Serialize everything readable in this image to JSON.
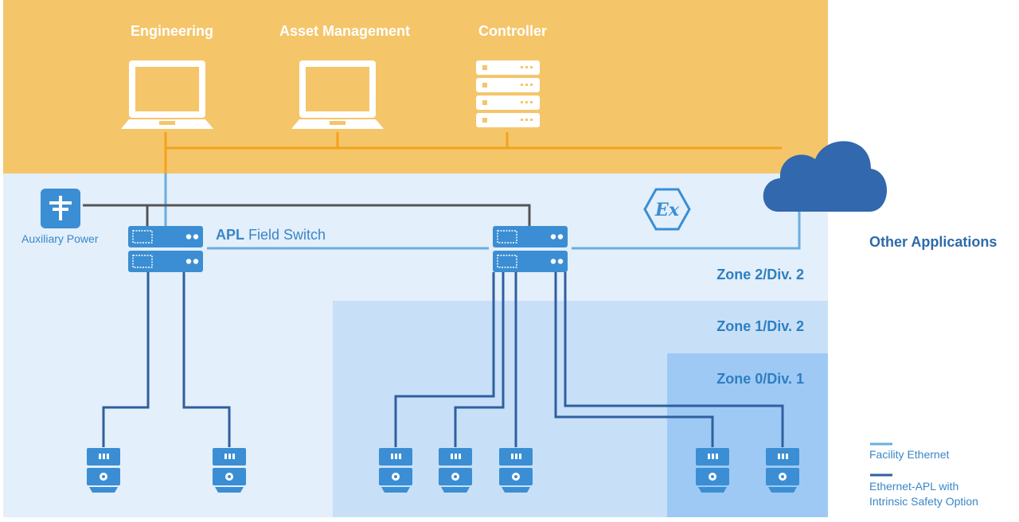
{
  "top_nodes": {
    "engineering": "Engineering",
    "asset_management": "Asset Management",
    "controller": "Controller"
  },
  "auxiliary_power": "Auxiliary Power",
  "field_switch": {
    "prefix": "APL",
    "label": "Field Switch"
  },
  "other_applications": "Other Applications",
  "zones": {
    "zone2": "Zone 2/Div. 2",
    "zone1": "Zone 1/Div. 2",
    "zone0": "Zone 0/Div. 1"
  },
  "ex_symbol": "Ex",
  "legend": {
    "facility": "Facility Ethernet",
    "apl_line1": "Ethernet-APL with",
    "apl_line2": "Intrinsic Safety Option"
  },
  "colors": {
    "top_band": "#f5c56a",
    "orange_line": "#f2a31b",
    "light_zone": "#e3effa",
    "zone1": "#c7e0f8",
    "zone0": "#9ec9f5",
    "device": "#3b8ed3",
    "facility_line": "#6aaee0",
    "apl_line": "#2f5f9e",
    "aux_line": "#555555",
    "cloud": "#3268ad"
  }
}
